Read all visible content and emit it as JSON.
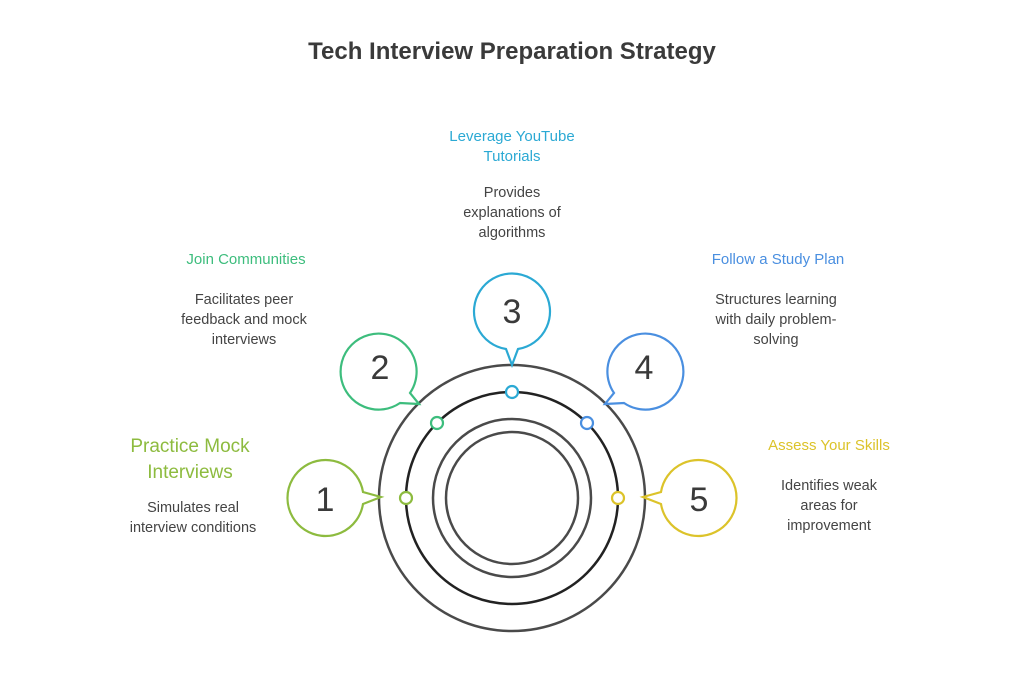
{
  "title": "Tech Interview Preparation Strategy",
  "colors": {
    "ring": "#4a4a4a",
    "step1": "#8dbb3f",
    "step2": "#3dbd7d",
    "step3": "#2ba9d4",
    "step4": "#4a8fe0",
    "step5": "#dcc32a"
  },
  "steps": [
    {
      "number": "1",
      "heading": "Practice Mock\nInterviews",
      "description": "Simulates real\ninterview conditions"
    },
    {
      "number": "2",
      "heading": "Join Communities",
      "description": "Facilitates peer\nfeedback and mock\ninterviews"
    },
    {
      "number": "3",
      "heading": "Leverage YouTube\nTutorials",
      "description": "Provides\nexplanations of\nalgorithms"
    },
    {
      "number": "4",
      "heading": "Follow a Study Plan",
      "description": "Structures learning\nwith daily problem-\nsolving"
    },
    {
      "number": "5",
      "heading": "Assess Your Skills",
      "description": "Identifies weak\nareas for\nimprovement"
    }
  ]
}
